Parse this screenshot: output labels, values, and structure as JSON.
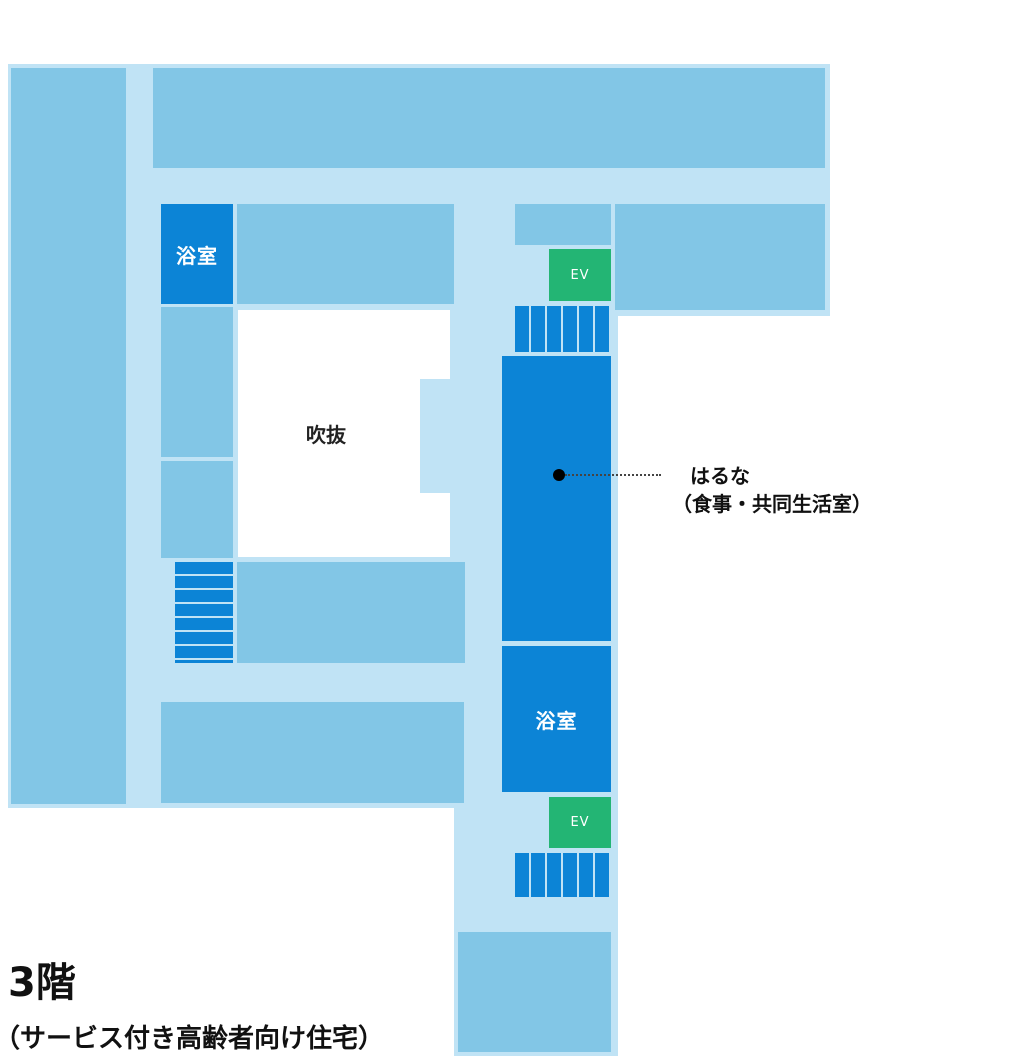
{
  "floor": {
    "title": "3階",
    "subtitle": "（サービス付き高齢者向け住宅）"
  },
  "labels": {
    "bath": "浴室",
    "elevator": "EV",
    "atrium": "吹抜"
  },
  "callout": {
    "name": "はるな",
    "detail": "（食事・共同生活室）"
  },
  "colors": {
    "corridor": "#c0e3f5",
    "room": "#82c6e6",
    "feature": "#0c84d6",
    "elevator": "#23b574"
  }
}
